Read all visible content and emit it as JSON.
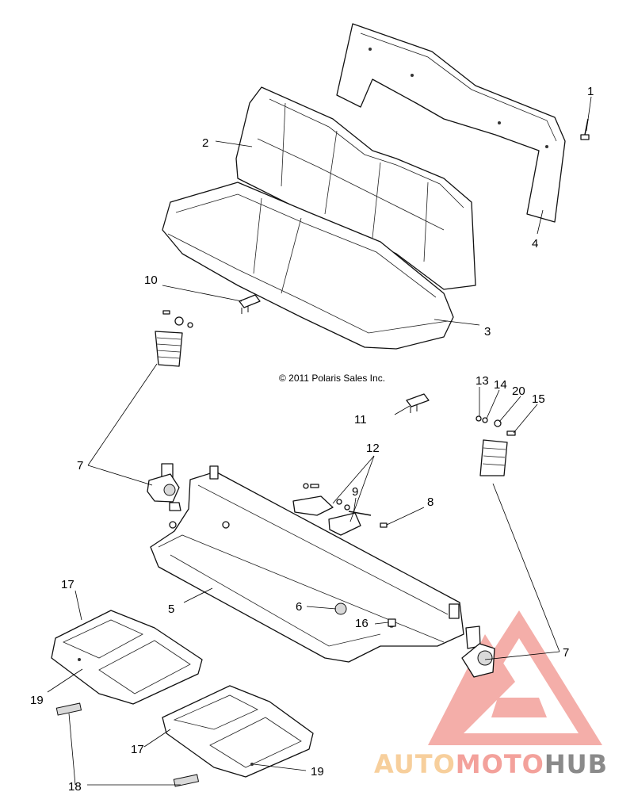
{
  "diagram": {
    "copyright": "© 2011 Polaris Sales Inc.",
    "callouts": [
      {
        "id": "c1",
        "text": "1"
      },
      {
        "id": "c2",
        "text": "2"
      },
      {
        "id": "c3",
        "text": "3"
      },
      {
        "id": "c4",
        "text": "4"
      },
      {
        "id": "c5",
        "text": "5"
      },
      {
        "id": "c6",
        "text": "6"
      },
      {
        "id": "c7a",
        "text": "7"
      },
      {
        "id": "c7b",
        "text": "7"
      },
      {
        "id": "c8",
        "text": "8"
      },
      {
        "id": "c9",
        "text": "9"
      },
      {
        "id": "c10",
        "text": "10"
      },
      {
        "id": "c11",
        "text": "11"
      },
      {
        "id": "c12",
        "text": "12"
      },
      {
        "id": "c13",
        "text": "13"
      },
      {
        "id": "c14",
        "text": "14"
      },
      {
        "id": "c15",
        "text": "15"
      },
      {
        "id": "c16",
        "text": "16"
      },
      {
        "id": "c17a",
        "text": "17"
      },
      {
        "id": "c17b",
        "text": "17"
      },
      {
        "id": "c18",
        "text": "18"
      },
      {
        "id": "c19a",
        "text": "19"
      },
      {
        "id": "c19b",
        "text": "19"
      },
      {
        "id": "c20",
        "text": "20"
      }
    ]
  },
  "watermark": {
    "part1": "AUTO",
    "part2": "MOTO",
    "part3": "HUB",
    "color_primary": "#f3a19b",
    "color_secondary": "#f7cf9c",
    "color_dark": "#8a8a8a"
  }
}
